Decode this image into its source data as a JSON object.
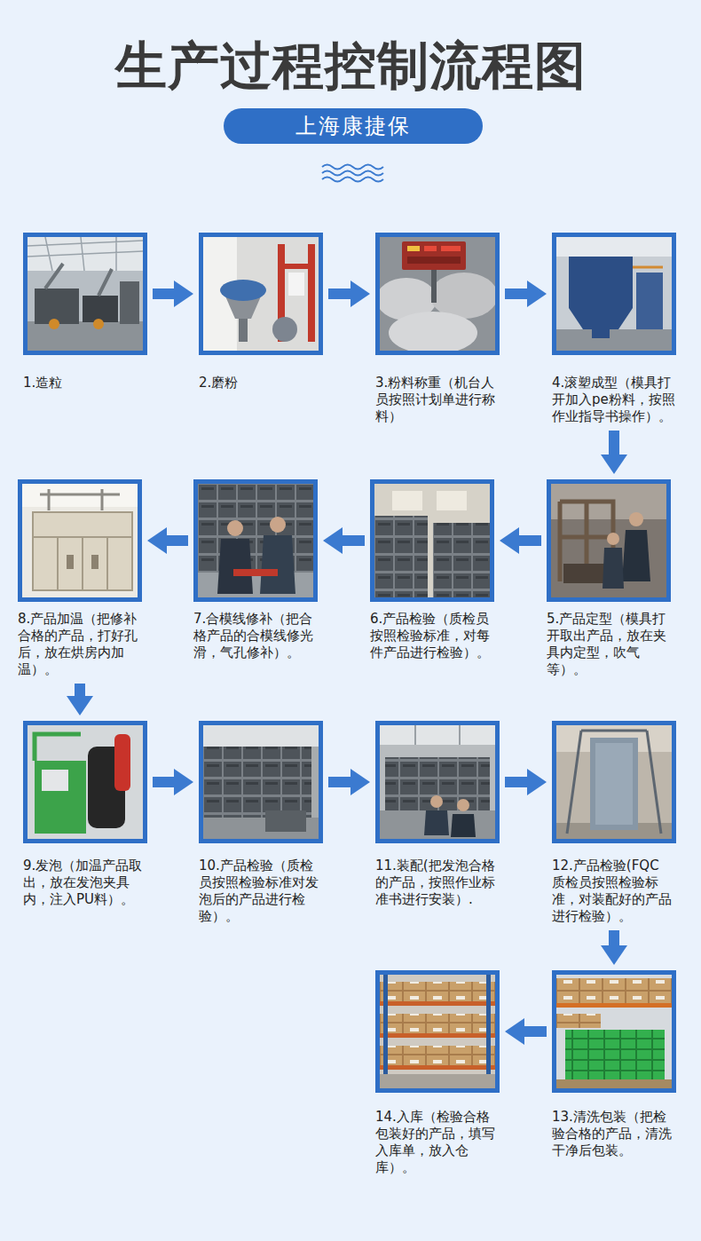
{
  "diagram": {
    "title": "生产过程控制流程图",
    "nodes": [
      {
        "text": [
          "上海康捷保"
        ]
      },
      {
        "text": [
          "1.造粒"
        ]
      },
      {
        "text": [
          "2.磨粉"
        ]
      },
      {
        "text": [
          "3.粉料称重（机台人员按照计划单进行称料）"
        ]
      },
      {
        "text": [
          "4.滚塑成型（模具打开加入pe粉料，按照作业指导书操作）。"
        ]
      },
      {
        "text": [
          "5.产品定型（模具打开取出产品，放在夹具内定型，吹气等）。"
        ]
      },
      {
        "text": [
          "6.产品检验（质检员按照检验标准，对每件产品进行检验）。"
        ]
      },
      {
        "text": [
          "7.合模线修补（把合格产品的合模线修光滑，气孔修补）。"
        ]
      },
      {
        "text": [
          "8.产品加温（把修补合格的产品，打好孔后，放在烘房内加温）。"
        ]
      },
      {
        "text": [
          "9.发泡（加温产品取出，放在发泡夹具内，注入PU料）。"
        ]
      },
      {
        "text": [
          "10.产品检验（质检员按照检验标准对发泡后的产品进行检验）。"
        ]
      },
      {
        "text": [
          "11.装配(把发泡合格的产品，按照作业标准书进行安装）."
        ]
      },
      {
        "text": [
          "12.产品检验(FQC 质检员按照检验标准，对装配好的产品进行检验）。"
        ]
      },
      {
        "text": [
          "13.清洗包装（把检验合格的产品，清洗干净后包装。"
        ]
      },
      {
        "text": [
          "14.入库（检验合格包装好的产品，填写入库单，放入仓库）。"
        ]
      }
    ],
    "edges": [
      {
        "from": 1,
        "to": 2,
        "arrow": "to"
      },
      {
        "from": 2,
        "to": 3,
        "arrow": "to"
      },
      {
        "from": 3,
        "to": 4,
        "arrow": "to"
      },
      {
        "from": 4,
        "to": 5,
        "arrow": "to"
      },
      {
        "from": 5,
        "to": 6,
        "arrow": "to"
      },
      {
        "from": 6,
        "to": 7,
        "arrow": "to"
      },
      {
        "from": 7,
        "to": 8,
        "arrow": "to"
      },
      {
        "from": 8,
        "to": 9,
        "arrow": "to"
      },
      {
        "from": 9,
        "to": 10,
        "arrow": "to"
      },
      {
        "from": 10,
        "to": 11,
        "arrow": "to"
      },
      {
        "from": 11,
        "to": 12,
        "arrow": "to"
      },
      {
        "from": 12,
        "to": 13,
        "arrow": "to"
      },
      {
        "from": 13,
        "to": 14,
        "arrow": "to"
      }
    ]
  }
}
